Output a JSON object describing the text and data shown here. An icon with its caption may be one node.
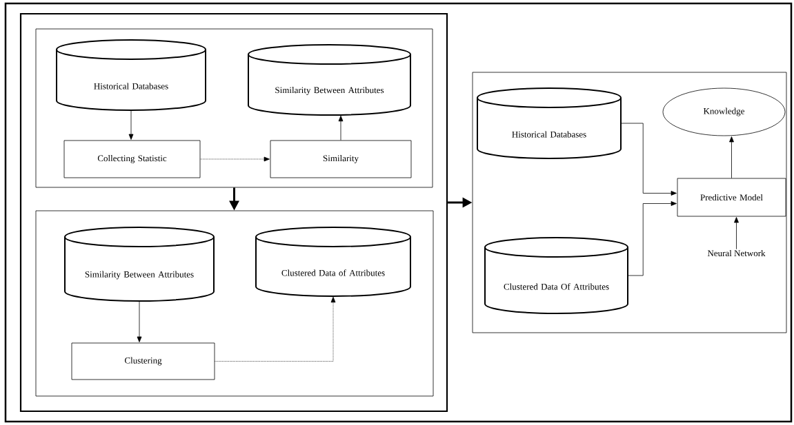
{
  "diagram": {
    "nodes": [
      {
        "text": [],
        "shape": "box"
      },
      {
        "text": [],
        "shape": "box",
        "in": 0
      },
      {
        "text": [
          "Historical Databases"
        ],
        "in": 1
      },
      {
        "text": [
          "Similarity Between Attributes"
        ],
        "in": 1
      },
      {
        "text": [
          "Collecting Statistic"
        ],
        "in": 1
      },
      {
        "text": [
          "Similarity"
        ],
        "in": 1
      },
      {
        "text": [],
        "shape": "box",
        "in": 0
      },
      {
        "text": [
          "Similarity Between Attributes"
        ],
        "in": 6
      },
      {
        "text": [
          "Clustered Data of Attributes"
        ],
        "in": 6
      },
      {
        "text": [
          "Clustering"
        ],
        "in": 6
      },
      {
        "text": [],
        "shape": "box"
      },
      {
        "text": [
          "Historical Databases"
        ],
        "in": 10
      },
      {
        "text": [
          "Knowledge"
        ],
        "in": 10
      },
      {
        "text": [
          "Predictive Model"
        ],
        "in": 10
      },
      {
        "text": [
          "Clustered Data Of Attributes"
        ],
        "in": 10
      },
      {
        "text": [
          "Neural Network"
        ],
        "in": 10
      }
    ],
    "edges": [
      {
        "from": 2,
        "to": 4,
        "arrow": "to"
      },
      {
        "from": 4,
        "to": 5,
        "arrow": "to",
        "style": "dashed"
      },
      {
        "from": 5,
        "to": 3,
        "arrow": "to"
      },
      {
        "from": 1,
        "to": 6,
        "arrow": "to",
        "style": "thick"
      },
      {
        "from": 7,
        "to": 9,
        "arrow": "to"
      },
      {
        "from": 9,
        "to": 8,
        "arrow": "to",
        "style": "dashed"
      },
      {
        "from": 0,
        "to": 10,
        "arrow": "to",
        "style": "thick"
      },
      {
        "from": 11,
        "to": 13,
        "arrow": "to"
      },
      {
        "from": 14,
        "to": 13,
        "arrow": "to"
      },
      {
        "from": 13,
        "to": 12,
        "arrow": "to"
      },
      {
        "from": 15,
        "to": 13,
        "arrow": "to"
      }
    ]
  }
}
